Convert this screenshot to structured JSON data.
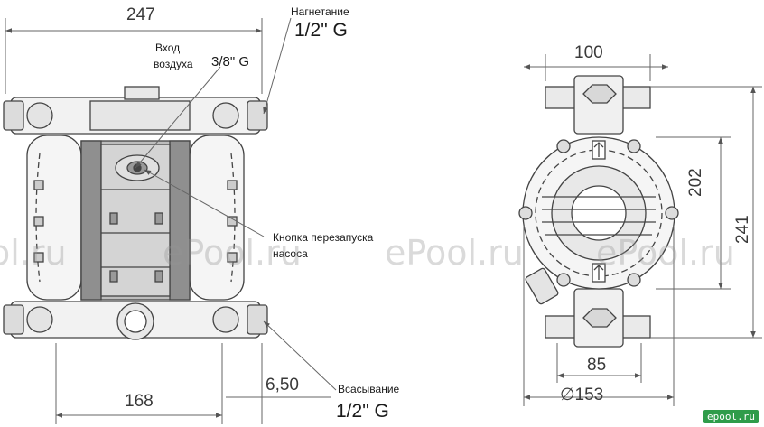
{
  "dimensions": {
    "d247": "247",
    "d168": "168",
    "d650": "6,50",
    "d100": "100",
    "d85": "85",
    "d153": "∅153",
    "d202": "202",
    "d241": "241"
  },
  "labels": {
    "discharge_title": "Нагнетание",
    "discharge_size": "1/2\" G",
    "air_inlet_line1": "Вход",
    "air_inlet_line2": "воздуха",
    "air_inlet_size": "3/8\" G",
    "restart_line1": "Кнопка перезапуска",
    "restart_line2": "насоса",
    "suction_title": "Всасывание",
    "suction_size": "1/2\" G"
  },
  "watermark": {
    "text1": "ol.ru",
    "text2": "ePool.ru",
    "text3": "ePool.ru",
    "text4": "ePool.ru"
  },
  "logo": "epool.ru"
}
